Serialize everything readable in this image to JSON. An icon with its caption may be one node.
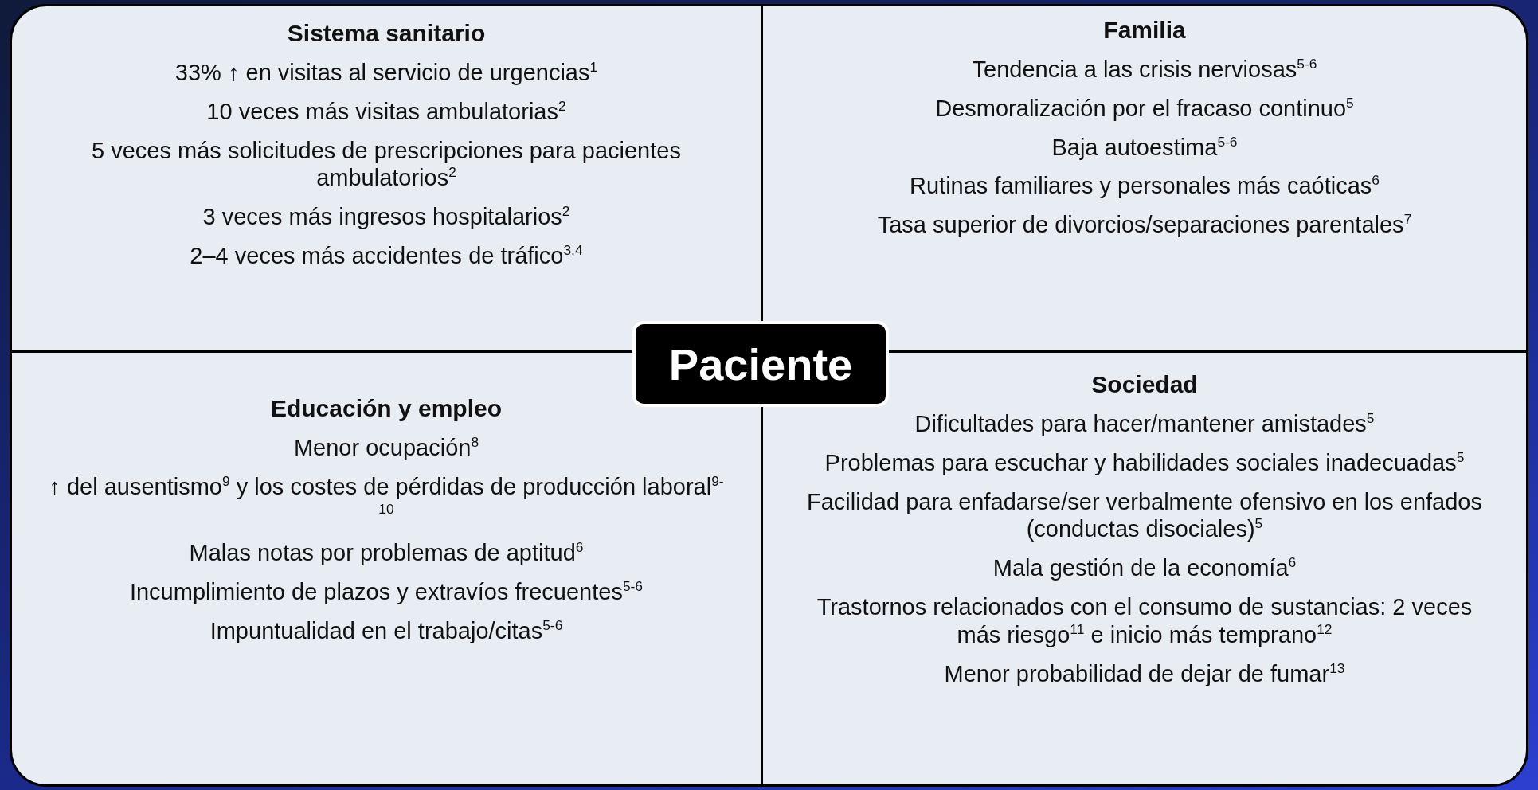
{
  "diagram": {
    "nodes": [
      {
        "text": [
          "Sistema sanitario",
          "33% ↑ en visitas al servicio de urgencias$^{1}$",
          "10 veces más visitas ambulatorias$^{2}$",
          "5 veces más solicitudes de prescripciones para pacientes ambulatorios$^{2}$",
          "3 veces más ingresos hospitalarios$^{2}$",
          "2–4 veces más accidentes de tráfico$^{3,4}$"
        ]
      },
      {
        "text": [
          "Familia",
          "Tendencia a las crisis nerviosas$^{5-6}$",
          "Desmoralización por el fracaso continuo$^{5}$",
          "Baja autoestima$^{5-6}$",
          "Rutinas familiares y personales más caóticas$^{6}$",
          "Tasa superior de divorcios/separaciones parentales$^{7}$"
        ]
      },
      {
        "text": [
          "Paciente"
        ]
      },
      {
        "text": [
          "Educación y empleo",
          "Menor ocupación$^{8}$",
          "↑ del ausentismo$^{9}$ y los costes de pérdidas de producción laboral$^{9-10}$",
          "Malas notas por problemas de aptitud$^{6}$",
          "Incumplimiento de plazos y extravíos frecuentes$^{5-6}$",
          "Impuntualidad en el trabajo/citas$^{5-6}$"
        ]
      },
      {
        "text": [
          "Sociedad",
          "Dificultades para hacer/mantener amistades$^{5}$",
          "Problemas para escuchar y habilidades sociales inadecuadas$^{5}$",
          "Facilidad para enfadarse/ser verbalmente ofensivo en los enfados (conductas disociales)$^{5}$",
          "Mala gestión de la economía$^{6}$",
          "Trastornos relacionados con el consumo de sustancias: 2 veces más riesgo$^{11}$ e inicio más temprano$^{12}$",
          "Menor probabilidad de dejar de fumar$^{13}$"
        ]
      }
    ],
    "edges": []
  }
}
